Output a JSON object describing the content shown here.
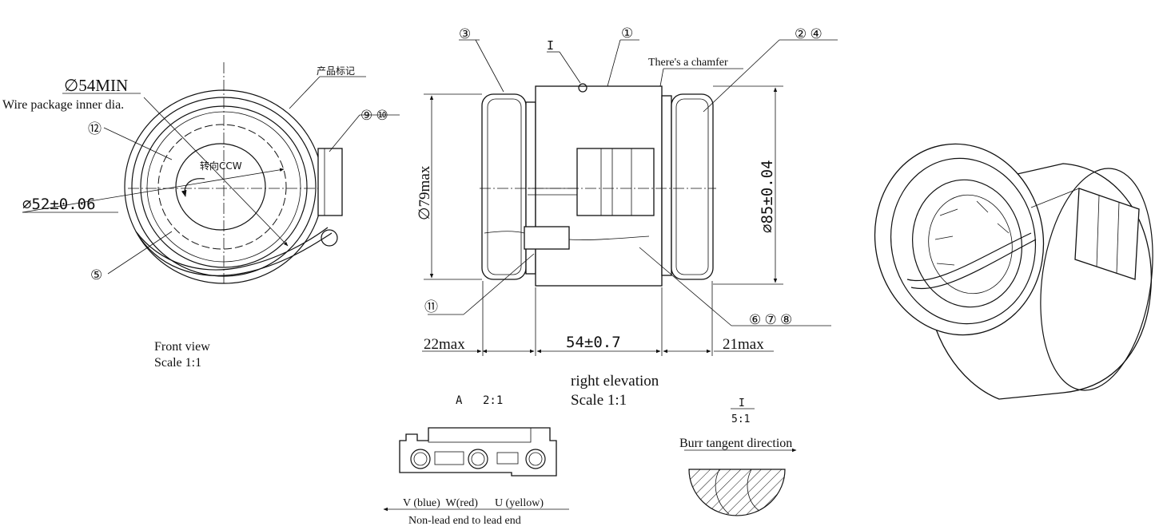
{
  "front_view": {
    "dia54": "∅54MIN",
    "wire_note": "Wire package inner dia.",
    "product_mark": "产品标记",
    "rotation": "转向CCW",
    "dia52": "∅52±0.06",
    "callout_12": "⑫",
    "callout_5": "⑤",
    "callout_9_10": "⑨ ⑩",
    "title": "Front view",
    "scale": "Scale 1:1"
  },
  "right_elevation": {
    "callout_3": "③",
    "detail_i": "I",
    "callout_1": "①",
    "callout_2_4": "② ④",
    "chamfer_note": "There's a chamfer",
    "dia79": "∅79max",
    "dia85": "∅85±0.04",
    "callout_11": "⑪",
    "callout_6_7_8": "⑥ ⑦ ⑧",
    "dim_left": "22max",
    "dim_center": "54±0.7",
    "dim_right": "21max",
    "title": "right elevation",
    "scale": "Scale 1:1"
  },
  "connector_detail": {
    "label": "A",
    "scale": "2:1",
    "leads": "V (blue)  W(red)      U (yellow)",
    "direction_note": "Non-lead end to lead end"
  },
  "burr_detail": {
    "label": "I",
    "scale": "5:1",
    "note": "Burr tangent direction"
  }
}
